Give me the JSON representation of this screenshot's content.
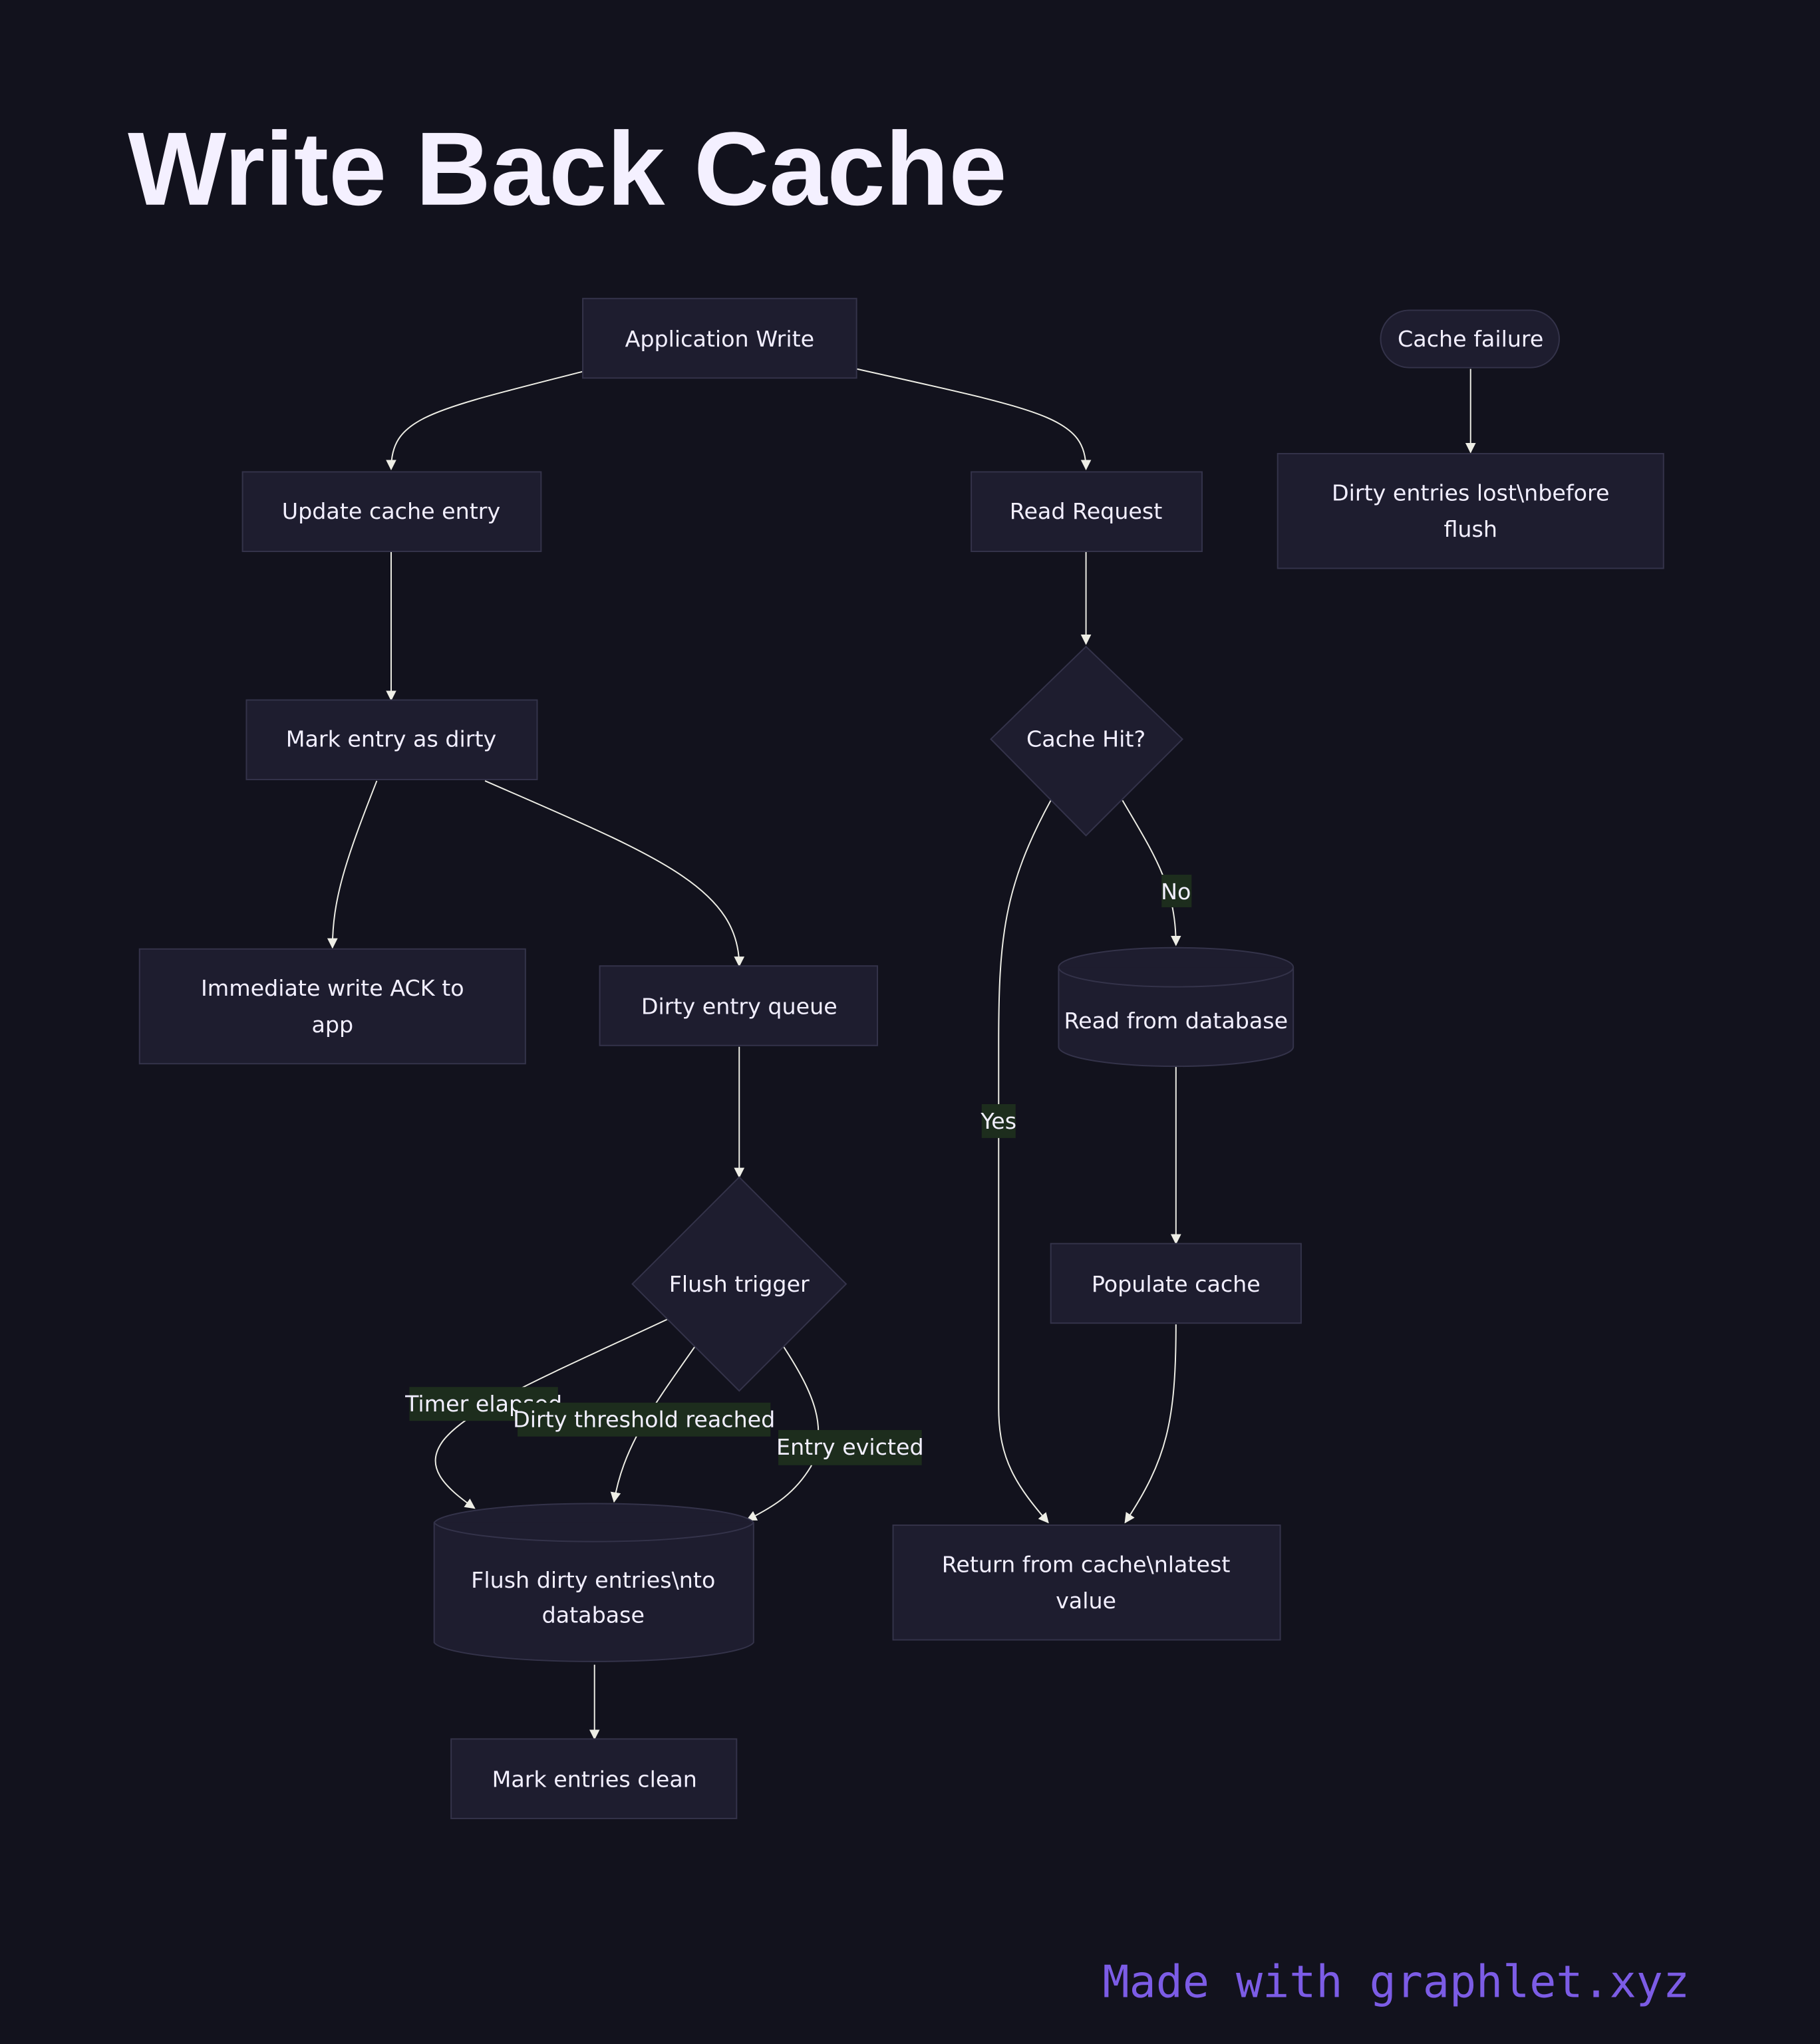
{
  "title": "Write Back Cache",
  "footer": "Made with graphlet.xyz",
  "colors": {
    "background": "#12121d",
    "node_fill": "#1e1d2f",
    "node_stroke": "#34334a",
    "edge": "#eeeee6",
    "edge_label_bg": "#1d2d1d",
    "text": "#f2efff",
    "footer": "#7c5ce6"
  },
  "nodes": {
    "app_write": "Application Write",
    "update_cache": "Update cache entry",
    "mark_dirty": "Mark entry as dirty",
    "ack": [
      "Immediate write ACK to",
      "app"
    ],
    "dirty_queue": "Dirty entry queue",
    "flush_trigger": "Flush trigger",
    "flush_db": [
      "Flush dirty entries\\nto",
      "database"
    ],
    "mark_clean": "Mark entries clean",
    "read_request": "Read Request",
    "cache_hit": "Cache Hit?",
    "read_db": "Read from database",
    "populate": "Populate cache",
    "return_cache": [
      "Return from cache\\nlatest",
      "value"
    ],
    "cache_failure": "Cache failure",
    "dirty_lost": [
      "Dirty entries lost\\nbefore",
      "flush"
    ]
  },
  "edge_labels": {
    "no": "No",
    "yes": "Yes",
    "timer": "Timer elapsed",
    "threshold": "Dirty threshold reached",
    "evicted": "Entry evicted"
  }
}
